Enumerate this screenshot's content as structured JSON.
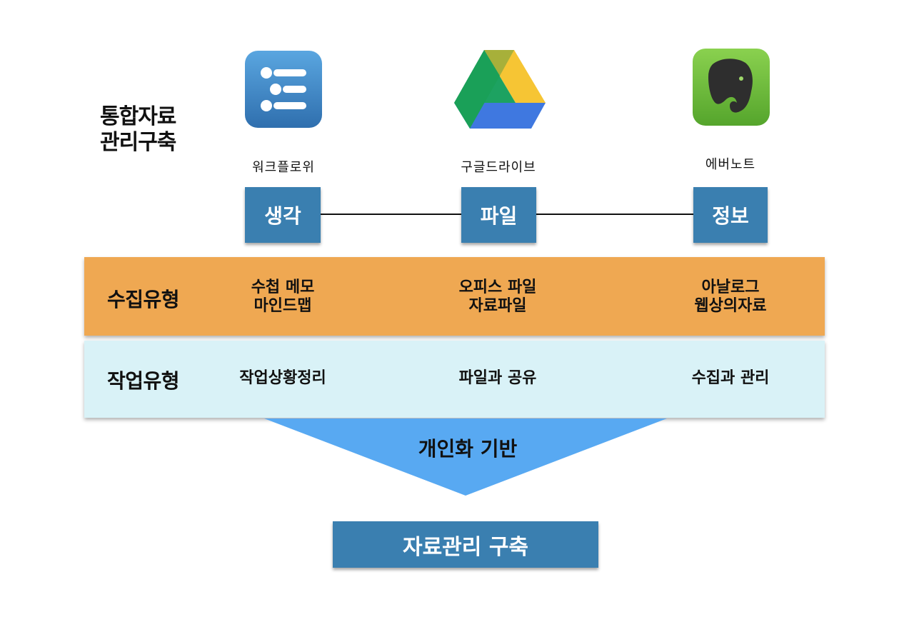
{
  "title": {
    "line1": "통합자료",
    "line2": "관리구축"
  },
  "apps": [
    {
      "label": "워크플로위",
      "icon": "workflowy-icon",
      "node": "생각"
    },
    {
      "label": "구글드라이브",
      "icon": "google-drive-icon",
      "node": "파일"
    },
    {
      "label": "에버노트",
      "icon": "evernote-icon",
      "node": "정보"
    }
  ],
  "collect": {
    "label": "수집유형",
    "cells": [
      {
        "line1": "수첩 메모",
        "line2": "마인드맵"
      },
      {
        "line1": "오피스 파일",
        "line2": "자료파일"
      },
      {
        "line1": "아날로그",
        "line2": "웹상의자료"
      }
    ]
  },
  "work": {
    "label": "작업유형",
    "cells": [
      "작업상황정리",
      "파일과 공유",
      "수집과 관리"
    ]
  },
  "base": "개인화 기반",
  "result": "자료관리 구축",
  "colors": {
    "node": "#3a7fb0",
    "orange_band": "#efa852",
    "cyan_band": "#d9f2f7",
    "triangle": "#58a9f2"
  }
}
